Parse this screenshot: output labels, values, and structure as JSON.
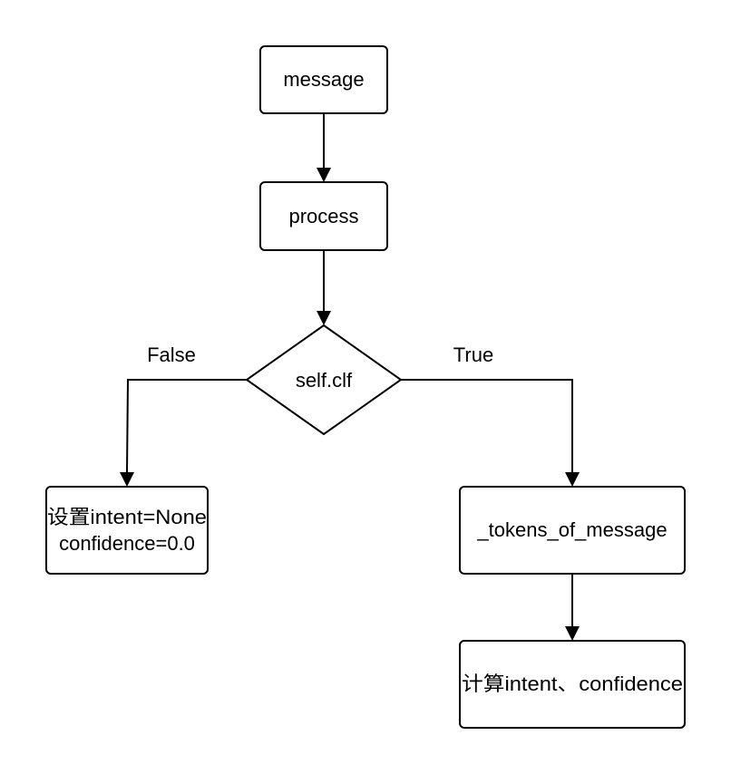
{
  "diagram": {
    "nodes": {
      "message": {
        "label": "message"
      },
      "process": {
        "label": "process"
      },
      "decision": {
        "label": "self.clf"
      },
      "set_none": {
        "line1": "设置intent=None",
        "line2": "confidence=0.0"
      },
      "tokens": {
        "label": "_tokens_of_message"
      },
      "compute": {
        "label": "计算intent、confidence"
      }
    },
    "edges": {
      "false_label": "False",
      "true_label": "True"
    }
  }
}
